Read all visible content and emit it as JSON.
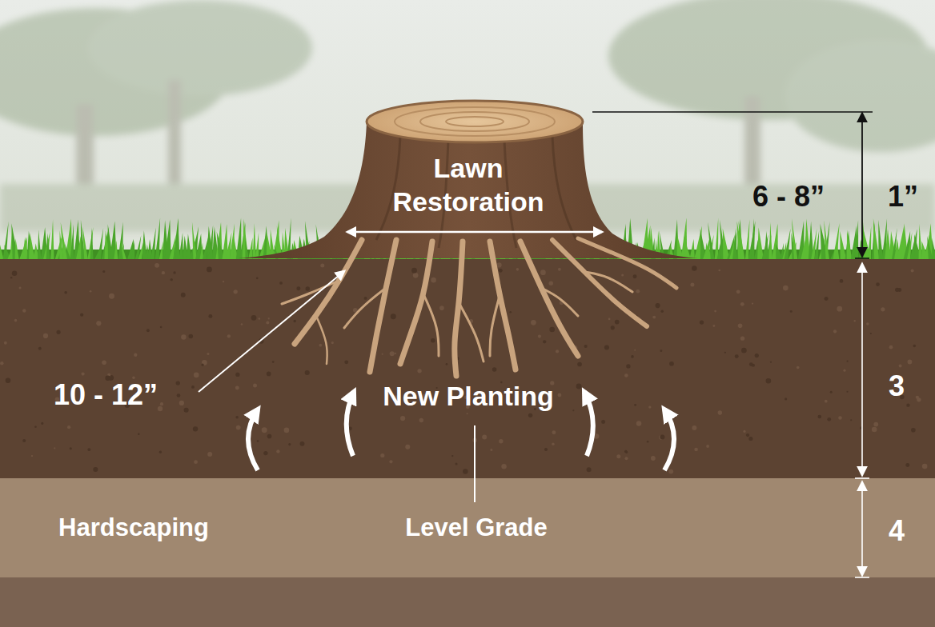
{
  "diagram": {
    "labels": [
      "Lawn Restoration",
      "6 - 8”",
      "1”",
      "10 - 12”",
      "New Planting",
      "3",
      "Hardscaping",
      "Level Grade",
      "4"
    ]
  }
}
